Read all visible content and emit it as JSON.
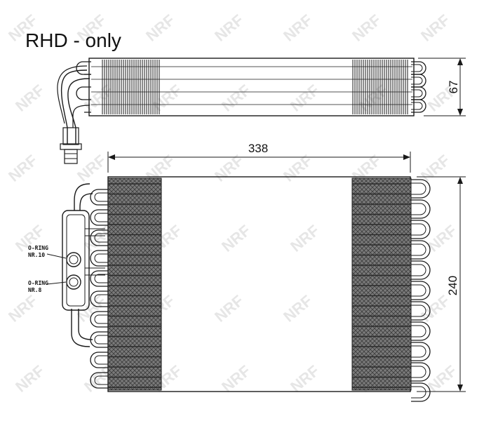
{
  "title": "RHD - only",
  "dimensions": {
    "height_top_view": "67",
    "width": "338",
    "height_front_view": "240"
  },
  "labels": {
    "oring_1_line1": "O-RING",
    "oring_1_line2": "NR.10",
    "oring_2_line1": "O-RING",
    "oring_2_line2": "NR.8"
  },
  "watermark": {
    "text": "NRF"
  },
  "colors": {
    "ink": "#1a1a1a",
    "fin_fill": "#6e6e6e",
    "watermark": "#e6e6e6"
  }
}
